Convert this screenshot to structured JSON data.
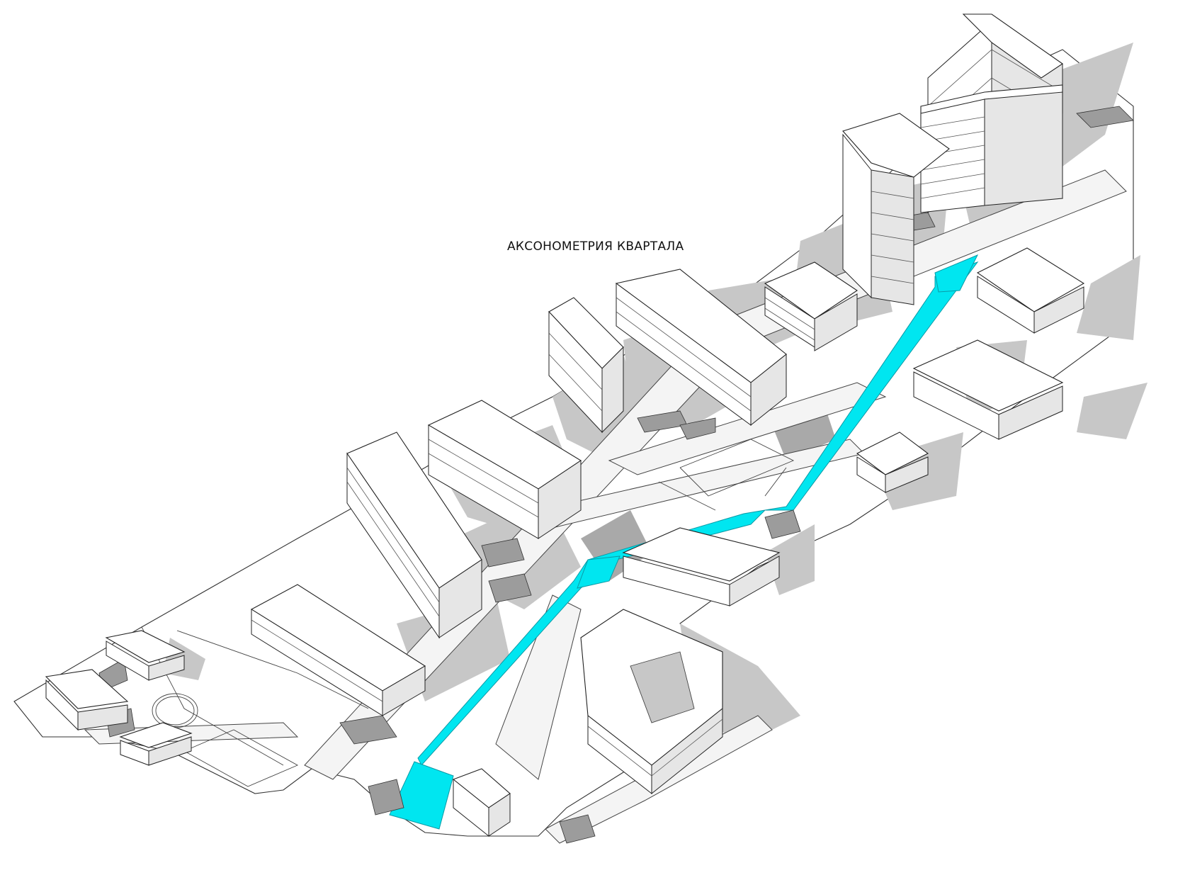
{
  "title": "АКСОНОМЕТРИЯ КВАРТАЛА",
  "colors": {
    "canal": "#00e6f0",
    "shadow": "#c7c7c7",
    "line": "#222222",
    "background": "#ffffff"
  },
  "buildings": [
    {
      "name": "tower-ne"
    },
    {
      "name": "block-ne-lower"
    },
    {
      "name": "block-n-upper"
    },
    {
      "name": "block-n-lower"
    },
    {
      "name": "block-center-large"
    },
    {
      "name": "block-center-narrow"
    },
    {
      "name": "block-center-west"
    },
    {
      "name": "block-west-tall"
    },
    {
      "name": "block-sw-low"
    },
    {
      "name": "block-e-upper"
    },
    {
      "name": "block-e-middle"
    },
    {
      "name": "block-e-small"
    },
    {
      "name": "block-se-low"
    },
    {
      "name": "block-courtyard-south"
    },
    {
      "name": "pavilion-west-1"
    },
    {
      "name": "pavilion-west-2"
    },
    {
      "name": "pavilion-west-3"
    },
    {
      "name": "block-south-small"
    }
  ]
}
